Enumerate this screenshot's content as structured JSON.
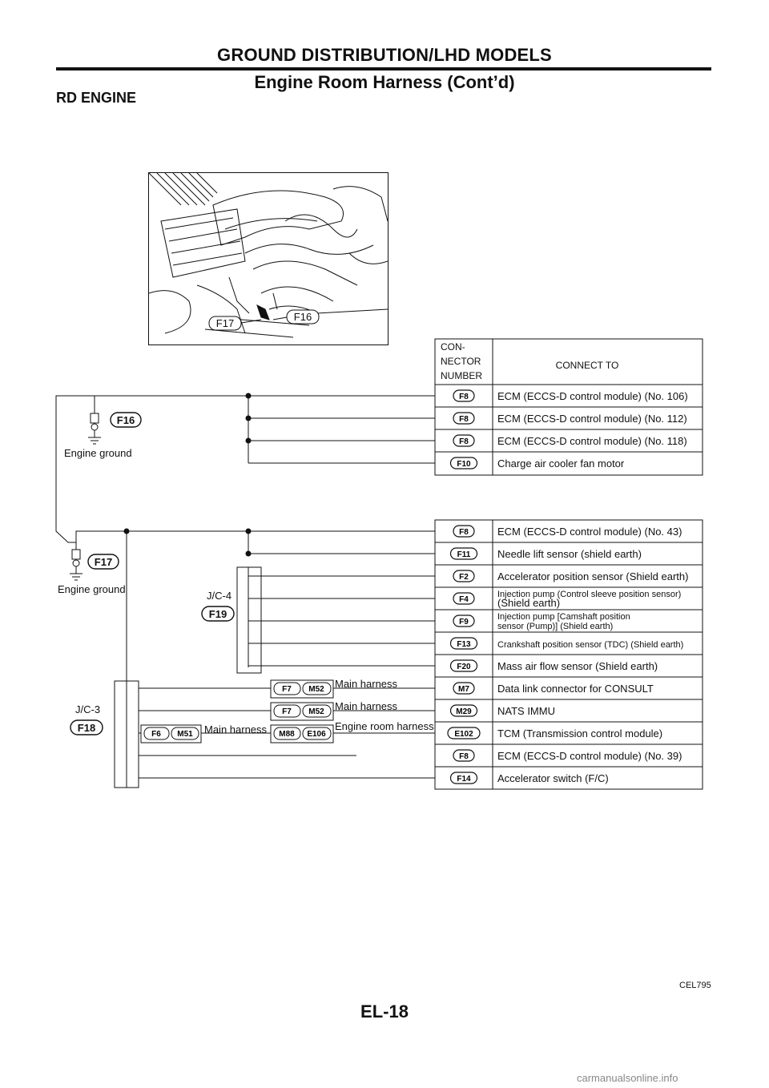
{
  "header": {
    "title": "GROUND DISTRIBUTION/LHD MODELS",
    "subtitle": "Engine Room Harness (Cont’d)"
  },
  "section_title": "RD ENGINE",
  "photo": {
    "label_left": "F17",
    "label_right": "F16"
  },
  "table": {
    "col1_header": [
      "CON-",
      "NECTOR",
      "NUMBER"
    ],
    "col2_header": "CONNECT TO",
    "rows": [
      {
        "code": "F8",
        "desc": [
          "ECM (ECCS-D control module) (No. 106)"
        ]
      },
      {
        "code": "F8",
        "desc": [
          "ECM (ECCS-D control module) (No. 112)"
        ]
      },
      {
        "code": "F8",
        "desc": [
          "ECM (ECCS-D control module) (No. 118)"
        ]
      },
      {
        "code": "F10",
        "desc": [
          "Charge air cooler fan motor"
        ]
      },
      {
        "code": "F8",
        "desc": [
          "ECM (ECCS-D control module) (No. 43)"
        ]
      },
      {
        "code": "F11",
        "desc": [
          "Needle lift sensor (shield earth)"
        ]
      },
      {
        "code": "F2",
        "desc": [
          "Accelerator position sensor (Shield earth)"
        ]
      },
      {
        "code": "F4",
        "desc": [
          "Injection pump (Control sleeve position sensor)",
          "(Shield earth)"
        ]
      },
      {
        "code": "F9",
        "desc": [
          "Injection pump [Camshaft position",
          "sensor (Pump)] (Shield earth)"
        ]
      },
      {
        "code": "F13",
        "desc": [
          "Crankshaft position sensor (TDC) (Shield earth)"
        ]
      },
      {
        "code": "F20",
        "desc": [
          "Mass air flow sensor (Shield earth)"
        ]
      },
      {
        "code": "M7",
        "desc": [
          "Data link connector for CONSULT"
        ]
      },
      {
        "code": "M29",
        "desc": [
          "NATS IMMU"
        ]
      },
      {
        "code": "E102",
        "desc": [
          "TCM (Transmission control module)"
        ]
      },
      {
        "code": "F8",
        "desc": [
          "ECM (ECCS-D control module) (No. 39)"
        ]
      },
      {
        "code": "F14",
        "desc": [
          "Accelerator switch (F/C)"
        ]
      }
    ]
  },
  "grounds": [
    {
      "connector": "F16",
      "label": "Engine ground"
    },
    {
      "connector": "F17",
      "label": "Engine ground"
    }
  ],
  "junctions": [
    {
      "name": "J/C-4",
      "connector": "F19"
    },
    {
      "name": "J/C-3",
      "connector": "F18"
    }
  ],
  "harness_links": [
    {
      "a": "F7",
      "b": "M52",
      "label": "Main harness"
    },
    {
      "a": "F7",
      "b": "M52",
      "label": "Main harness"
    },
    {
      "a": "M88",
      "b": "E106",
      "label": "Engine room harness"
    },
    {
      "a": "F6",
      "b": "M51",
      "label": "Main harness"
    }
  ],
  "figure_ref": "CEL795",
  "page_number": "EL-18",
  "watermark": "carmanualsonline.info"
}
